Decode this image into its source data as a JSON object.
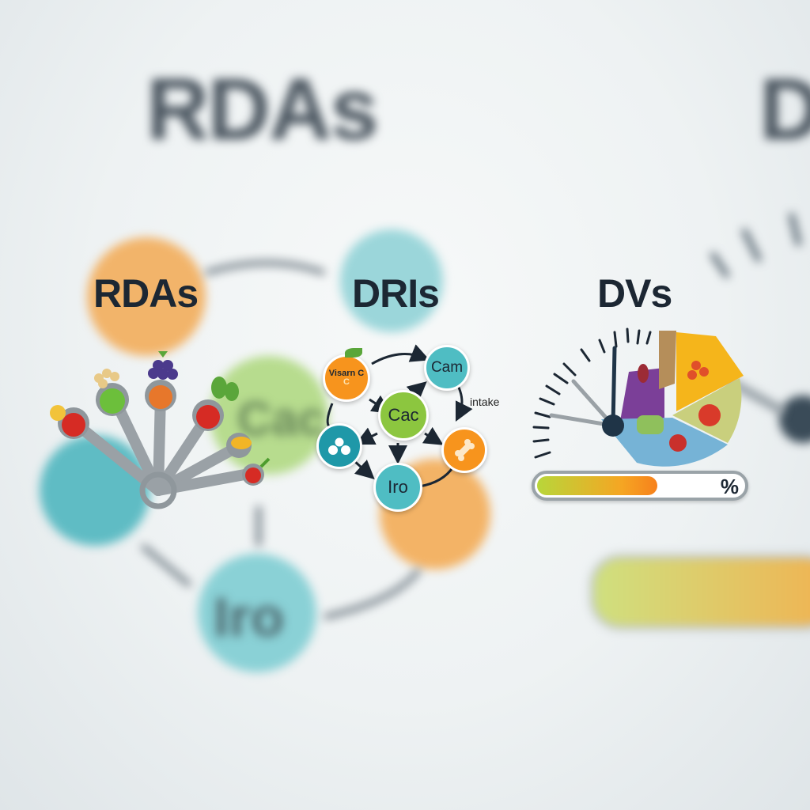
{
  "background": {
    "blurred_titles": [
      "RDAs",
      "D"
    ],
    "blurred_nodes": [
      {
        "label": "",
        "color": "#f2a84a"
      },
      {
        "label": "",
        "color": "#7fcdd1"
      },
      {
        "label": "Cac",
        "color": "#a9d67a"
      },
      {
        "label": "",
        "color": "#5bbac2"
      },
      {
        "label": "Iro",
        "color": "#7fcdd1"
      },
      {
        "label": "",
        "color": "#f2a84a"
      }
    ]
  },
  "panels": {
    "rdas": {
      "title": "RDAs",
      "spoons": [
        "apple",
        "greens",
        "lentils",
        "tomato",
        "grain",
        "berry"
      ],
      "toppers": [
        "lemon",
        "nuts",
        "grapes",
        "spinach",
        "",
        "herb"
      ]
    },
    "dris": {
      "title": "DRIs",
      "nodes": [
        {
          "id": "vitamin-c",
          "label": "Visarn C",
          "sublabel": "C",
          "color": "#f7941d"
        },
        {
          "id": "cam",
          "label": "Cam",
          "color": "#4fbdc3"
        },
        {
          "id": "cac",
          "label": "Cac",
          "color": "#8cc63f"
        },
        {
          "id": "molecule",
          "label": "",
          "color": "#1f98a8"
        },
        {
          "id": "bone",
          "label": "",
          "color": "#f7941d"
        },
        {
          "id": "iro",
          "label": "Iro",
          "color": "#4fbdc3"
        }
      ],
      "edge_label": "intake"
    },
    "dvs": {
      "title": "DVs",
      "gauge": {
        "tick_count": 15,
        "needle_color": "#1f3447"
      },
      "pie_slices": [
        {
          "name": "purple-veg",
          "color": "#7b3f98"
        },
        {
          "name": "grain",
          "color": "#b58e5a"
        },
        {
          "name": "tomatoes",
          "color": "#f5b51b"
        },
        {
          "name": "tomato-herb",
          "color": "#c9cf7d"
        },
        {
          "name": "greens",
          "color": "#76b3d6"
        }
      ],
      "progress": {
        "percent_fill": 58,
        "label": "%"
      }
    }
  }
}
